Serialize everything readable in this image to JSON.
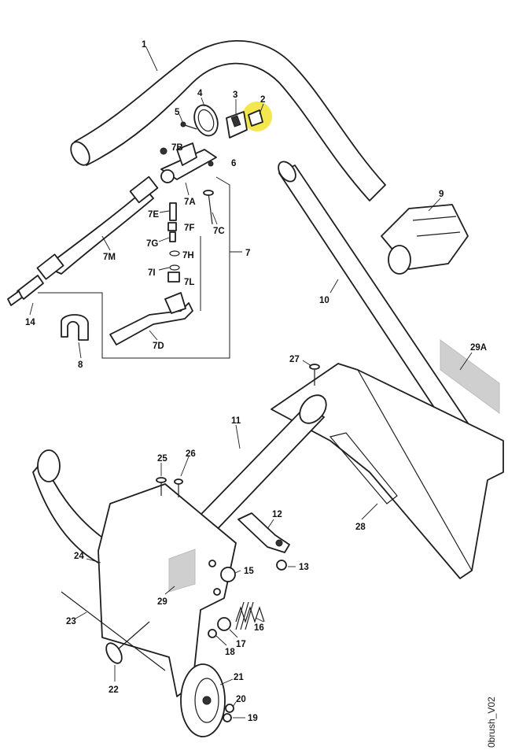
{
  "diagram": {
    "highlight_color": "#f2e43a",
    "highlighted_part": "2",
    "document_code": "0brush_V02",
    "callouts": [
      "1",
      "2",
      "3",
      "4",
      "5",
      "6",
      "7",
      "7A",
      "7B",
      "7C",
      "7D",
      "7E",
      "7F",
      "7G",
      "7H",
      "7I",
      "7L",
      "7M",
      "8",
      "9",
      "10",
      "11",
      "12",
      "13",
      "14",
      "15",
      "16",
      "17",
      "18",
      "19",
      "20",
      "21",
      "22",
      "23",
      "24",
      "25",
      "26",
      "27",
      "28",
      "29",
      "29A"
    ]
  }
}
